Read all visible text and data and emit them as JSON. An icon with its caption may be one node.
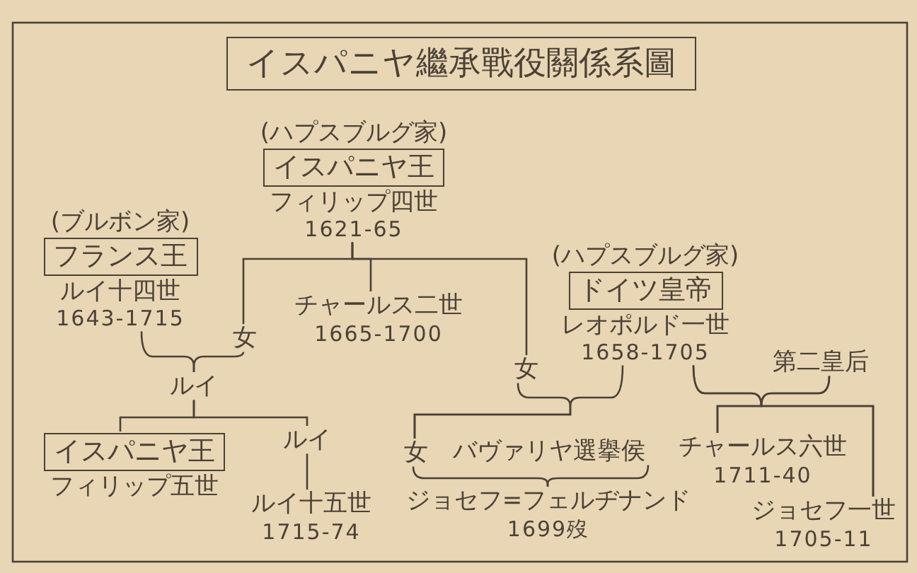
{
  "diagram": {
    "title": "イスパニヤ繼承戰役關係系圖",
    "nodes": [
      {
        "text": [
          "(ハプスブルグ家)",
          "イスパニヤ王"
        ],
        "beside": [
          "フィリップ四世",
          "1621-65"
        ]
      },
      {
        "text": [
          "(ブルボン家)",
          "フランス王"
        ],
        "beside": [
          "ルイ十四世",
          "1643-1715"
        ]
      },
      {
        "text": [
          "女"
        ]
      },
      {
        "text": [
          "チャールス二世",
          "1665-1700"
        ]
      },
      {
        "text": [
          "女"
        ]
      },
      {
        "text": [
          "(ハプスブルグ家)",
          "ドイツ皇帝"
        ],
        "beside": [
          "レオポルド一世",
          "1658-1705"
        ]
      },
      {
        "text": [
          "第二皇后"
        ]
      },
      {
        "text": [
          "ルイ"
        ]
      },
      {
        "text": [
          "イスパニヤ王"
        ],
        "beside": [
          "フィリップ五世"
        ]
      },
      {
        "text": [
          "ルイ"
        ]
      },
      {
        "text": [
          "ルイ十五世",
          "1715-74"
        ]
      },
      {
        "text": [
          "女"
        ]
      },
      {
        "text": [
          "バヴァリヤ選擧侯"
        ]
      },
      {
        "text": [
          "ジョセフ=フェルヂナンド",
          "1699歿"
        ]
      },
      {
        "text": [
          "チャールス六世",
          "1711-40"
        ]
      },
      {
        "text": [
          "ジョセフ一世",
          "1705-11"
        ]
      }
    ],
    "edges": [
      {
        "from": 0,
        "to": 2,
        "arrow": "none"
      },
      {
        "from": 0,
        "to": 3,
        "arrow": "none"
      },
      {
        "from": 0,
        "to": 4,
        "arrow": "none"
      },
      {
        "from": 1,
        "to": 7,
        "arrow": "none"
      },
      {
        "from": 2,
        "to": 7,
        "arrow": "none"
      },
      {
        "from": 7,
        "to": 8,
        "arrow": "none"
      },
      {
        "from": 7,
        "to": 9,
        "arrow": "none"
      },
      {
        "from": 9,
        "to": 10,
        "arrow": "none"
      },
      {
        "from": 4,
        "to": 11,
        "arrow": "none"
      },
      {
        "from": 5,
        "to": 11,
        "arrow": "none"
      },
      {
        "from": 11,
        "to": 13,
        "arrow": "none"
      },
      {
        "from": 12,
        "to": 13,
        "arrow": "none"
      },
      {
        "from": 5,
        "to": 14,
        "arrow": "none"
      },
      {
        "from": 6,
        "to": 14,
        "arrow": "none"
      },
      {
        "from": 5,
        "to": 15,
        "arrow": "none"
      },
      {
        "from": 6,
        "to": 15,
        "arrow": "none"
      }
    ]
  }
}
